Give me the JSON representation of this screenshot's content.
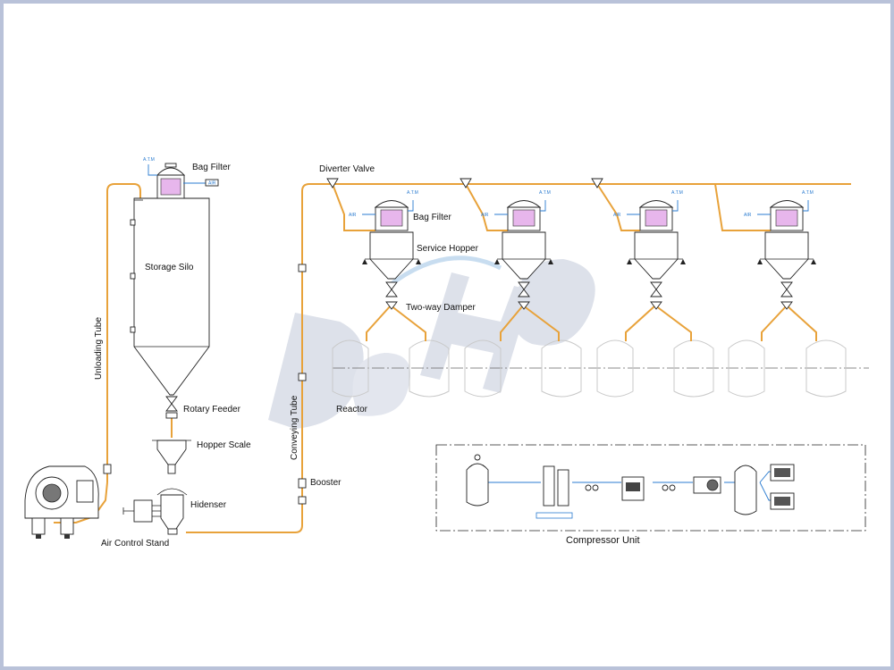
{
  "labels": {
    "bag_filter_main": "Bag Filter",
    "storage_silo": "Storage Silo",
    "unloading_tube": "Unloading Tube",
    "rotary_feeder": "Rotary Feeder",
    "hopper_scale": "Hopper Scale",
    "hidenser": "Hidenser",
    "air_control_stand": "Air Control Stand",
    "diverter_valve": "Diverter Valve",
    "bag_filter_service": "Bag Filter",
    "service_hopper": "Service Hopper",
    "two_way_damper": "Two-way Damper",
    "reactor": "Reactor",
    "conveying_tube": "Conveying Tube",
    "booster": "Booster",
    "compressor_unit": "Compressor Unit"
  },
  "small_tags": {
    "atm": "A.T.M",
    "air": "AIR"
  },
  "watermark": "DaHo",
  "colors": {
    "pipe": "#e8a23a",
    "air_line": "#2a7bd0",
    "filter": "#e7b6ec",
    "frame": "#b9c2d9",
    "watermark": "#dde1ea"
  }
}
